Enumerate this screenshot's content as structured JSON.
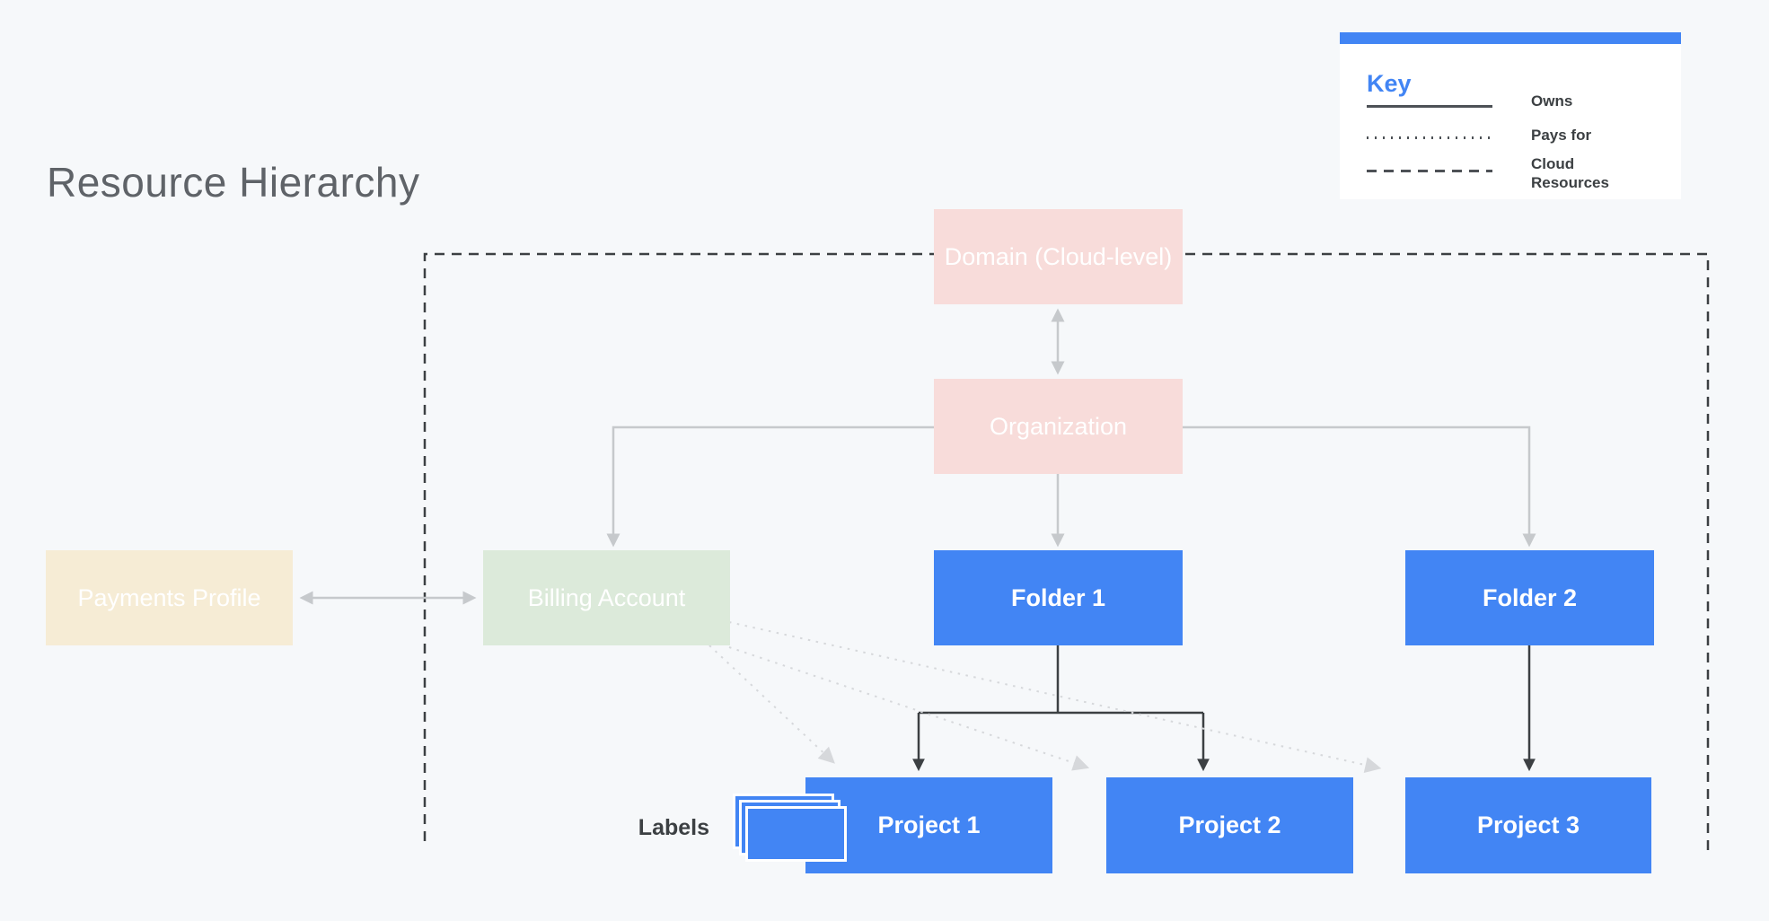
{
  "title": "Resource Hierarchy",
  "key": {
    "heading": "Key",
    "items": [
      {
        "line_style": "solid",
        "label": "Owns"
      },
      {
        "line_style": "dotted",
        "label": "Pays for"
      },
      {
        "line_style": "dashed",
        "label": "Cloud Resources"
      }
    ]
  },
  "nodes": {
    "domain": {
      "label": "Domain (Cloud-level)",
      "color": "#f8dcda"
    },
    "organization": {
      "label": "Organization",
      "color": "#f8dcda"
    },
    "payments": {
      "label": "Payments Profile",
      "color": "#f6ecd5"
    },
    "billing": {
      "label": "Billing Account",
      "color": "#dceada"
    },
    "folder1": {
      "label": "Folder 1",
      "color": "#4285f4"
    },
    "folder2": {
      "label": "Folder 2",
      "color": "#4285f4"
    },
    "project1": {
      "label": "Project 1",
      "color": "#4285f4"
    },
    "project2": {
      "label": "Project 2",
      "color": "#4285f4"
    },
    "project3": {
      "label": "Project 3",
      "color": "#4285f4"
    }
  },
  "labels_caption": "Labels",
  "edges": [
    {
      "from": "Domain (Cloud-level)",
      "to": "Organization",
      "type": "owns",
      "bidirectional": true
    },
    {
      "from": "Organization",
      "to": "Billing Account",
      "type": "owns",
      "bidirectional": false
    },
    {
      "from": "Organization",
      "to": "Folder 1",
      "type": "owns",
      "bidirectional": false
    },
    {
      "from": "Organization",
      "to": "Folder 2",
      "type": "owns",
      "bidirectional": false
    },
    {
      "from": "Payments Profile",
      "to": "Billing Account",
      "type": "owns",
      "bidirectional": true
    },
    {
      "from": "Folder 1",
      "to": "Project 1",
      "type": "owns",
      "bidirectional": false
    },
    {
      "from": "Folder 1",
      "to": "Project 2",
      "type": "owns",
      "bidirectional": false
    },
    {
      "from": "Folder 2",
      "to": "Project 3",
      "type": "owns",
      "bidirectional": false
    },
    {
      "from": "Billing Account",
      "to": "Project 1",
      "type": "pays_for",
      "bidirectional": false
    },
    {
      "from": "Billing Account",
      "to": "Project 2",
      "type": "pays_for",
      "bidirectional": false
    },
    {
      "from": "Billing Account",
      "to": "Project 3",
      "type": "pays_for",
      "bidirectional": false
    }
  ],
  "boundary": {
    "label_meaning": "Cloud Resources",
    "style": "dashed"
  },
  "colors": {
    "background": "#f6f8fa",
    "accent_blue": "#4285f4",
    "pastel_pink": "#f8dcda",
    "pastel_green": "#dceada",
    "pastel_cream": "#f6ecd5",
    "dark_line": "#3c4043",
    "gray_line": "#c6c9cc",
    "dotted_line": "#d6d8db",
    "title_gray": "#5f6368"
  }
}
